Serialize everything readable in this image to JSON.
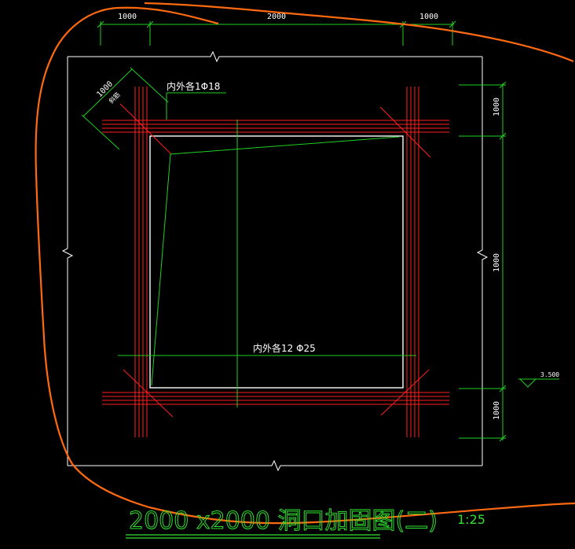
{
  "colors": {
    "background": "#000000",
    "outline": "#ffffff",
    "rebar": "#ff2020",
    "dimension": "#20d020",
    "title": "#30e030",
    "markup": "#ff6a10",
    "text": "#ffffff"
  },
  "dimensions": {
    "top_left": "1000",
    "top_middle": "2000",
    "top_right": "1000",
    "right_top": "1000",
    "right_middle": "1000",
    "right_bottom": "1000",
    "diagonal": "1000",
    "diagonal_sub": "斜筋"
  },
  "notes": {
    "diagonal_bars": "内外各1Φ18",
    "main_bars": "内外各12 Φ25",
    "elevation": "3.500"
  },
  "title": {
    "text": "2000 x2000 洞口加固图(二)",
    "scale": "1:25"
  }
}
